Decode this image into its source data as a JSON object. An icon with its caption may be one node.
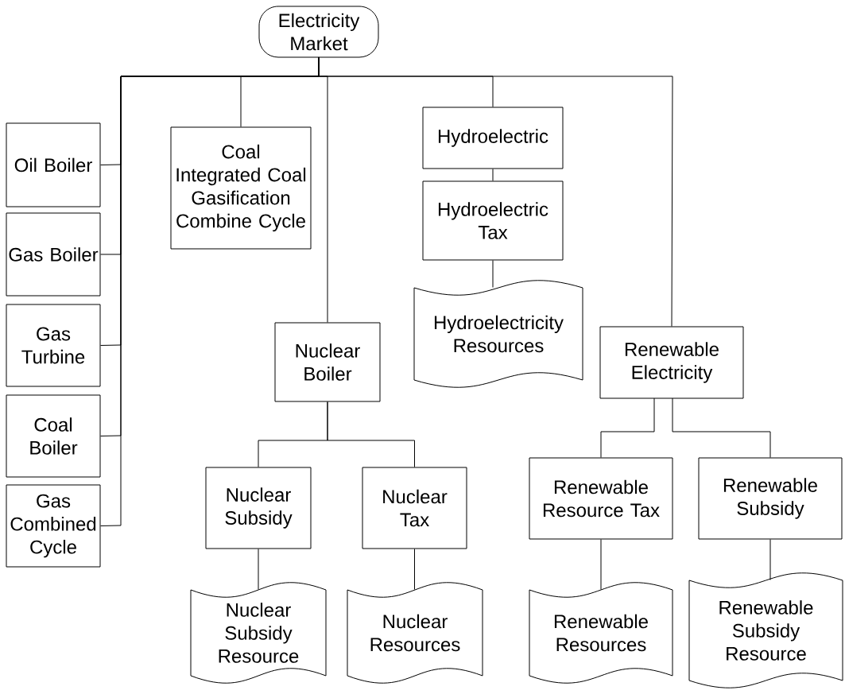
{
  "diagram": {
    "nodes": [
      {
        "text": [
          "Electricity Market"
        ]
      },
      {
        "text": [
          "Oil Boiler"
        ]
      },
      {
        "text": [
          "Gas Boiler"
        ]
      },
      {
        "text": [
          "Gas Turbine"
        ]
      },
      {
        "text": [
          "Coal Boiler"
        ]
      },
      {
        "text": [
          "Gas Combined Cycle"
        ]
      },
      {
        "text": [
          "Coal Integrated Coal Gasification Combine Cycle"
        ]
      },
      {
        "text": [
          "Hydroelectric"
        ]
      },
      {
        "text": [
          "Hydroelectric Tax"
        ]
      },
      {
        "text": [
          "Hydroelectricity Resources"
        ]
      },
      {
        "text": [
          "Nuclear Boiler"
        ]
      },
      {
        "text": [
          "Renewable Electricity"
        ]
      },
      {
        "text": [
          "Nuclear Subsidy"
        ]
      },
      {
        "text": [
          "Nuclear Tax"
        ]
      },
      {
        "text": [
          "Nuclear Subsidy Resource"
        ]
      },
      {
        "text": [
          "Nuclear Resources"
        ]
      },
      {
        "text": [
          "Renewable Resource Tax"
        ]
      },
      {
        "text": [
          "Renewable Subsidy"
        ]
      },
      {
        "text": [
          "Renewable Resources"
        ]
      },
      {
        "text": [
          "Renewable Subsidy Resource"
        ]
      }
    ],
    "edges": [
      {
        "from": 0,
        "to": 1,
        "arrow": "none"
      },
      {
        "from": 0,
        "to": 2,
        "arrow": "none"
      },
      {
        "from": 0,
        "to": 3,
        "arrow": "none"
      },
      {
        "from": 0,
        "to": 4,
        "arrow": "none"
      },
      {
        "from": 0,
        "to": 5,
        "arrow": "none"
      },
      {
        "from": 0,
        "to": 6,
        "arrow": "none"
      },
      {
        "from": 0,
        "to": 10,
        "arrow": "none"
      },
      {
        "from": 0,
        "to": 7,
        "arrow": "none"
      },
      {
        "from": 0,
        "to": 11,
        "arrow": "none"
      },
      {
        "from": 7,
        "to": 8,
        "arrow": "none"
      },
      {
        "from": 8,
        "to": 9,
        "arrow": "none"
      },
      {
        "from": 10,
        "to": 12,
        "arrow": "none"
      },
      {
        "from": 10,
        "to": 13,
        "arrow": "none"
      },
      {
        "from": 12,
        "to": 14,
        "arrow": "none"
      },
      {
        "from": 13,
        "to": 15,
        "arrow": "none"
      },
      {
        "from": 11,
        "to": 16,
        "arrow": "none"
      },
      {
        "from": 11,
        "to": 17,
        "arrow": "none"
      },
      {
        "from": 16,
        "to": 18,
        "arrow": "none"
      },
      {
        "from": 17,
        "to": 19,
        "arrow": "none"
      }
    ]
  }
}
